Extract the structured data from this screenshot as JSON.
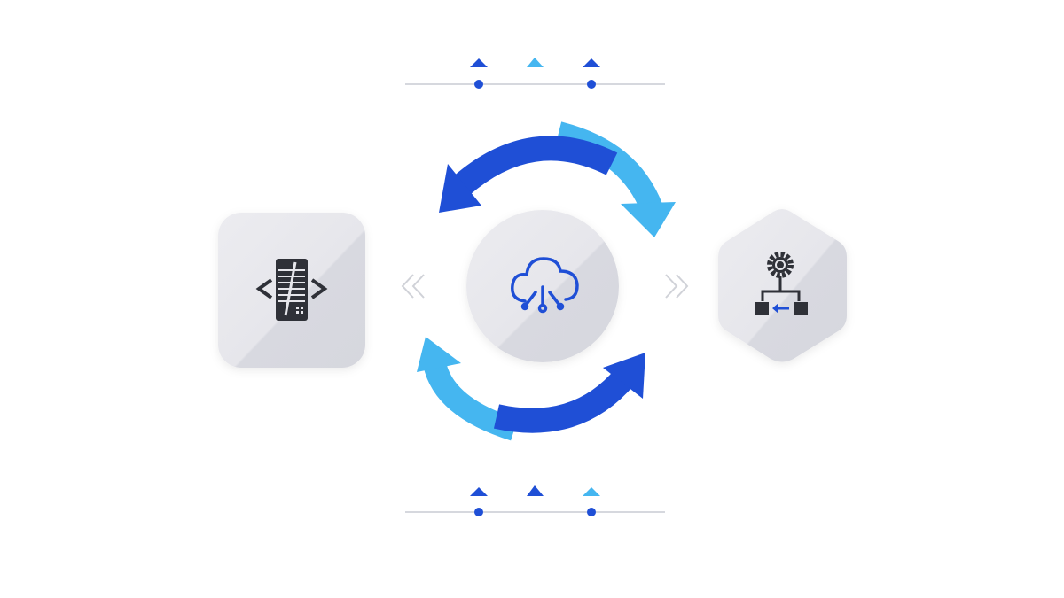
{
  "colors": {
    "dark_blue": "#1f4fd6",
    "light_blue": "#45b6f0",
    "tile_gray": "#e4e4ea",
    "icon_dark": "#2f3138",
    "line_gray": "#d6d8de",
    "chevron_gray": "#d0d2d8"
  },
  "nodes": [
    {
      "icon": "code-mobile-icon",
      "shape": "rounded-square"
    },
    {
      "icon": "cloud-network-icon",
      "shape": "circle"
    },
    {
      "icon": "gear-hierarchy-icon",
      "shape": "hexagon"
    }
  ],
  "connectors": [
    "chevron-left-double-icon",
    "chevron-right-double-icon"
  ],
  "cycle_arrows": [
    "top-left-arrow",
    "top-right-arrow",
    "bottom-left-arrow",
    "bottom-right-arrow"
  ],
  "timelines": {
    "top": {
      "markers": [
        "dark",
        "light",
        "dark"
      ]
    },
    "bottom": {
      "markers": [
        "dark",
        "dark",
        "light"
      ]
    }
  }
}
